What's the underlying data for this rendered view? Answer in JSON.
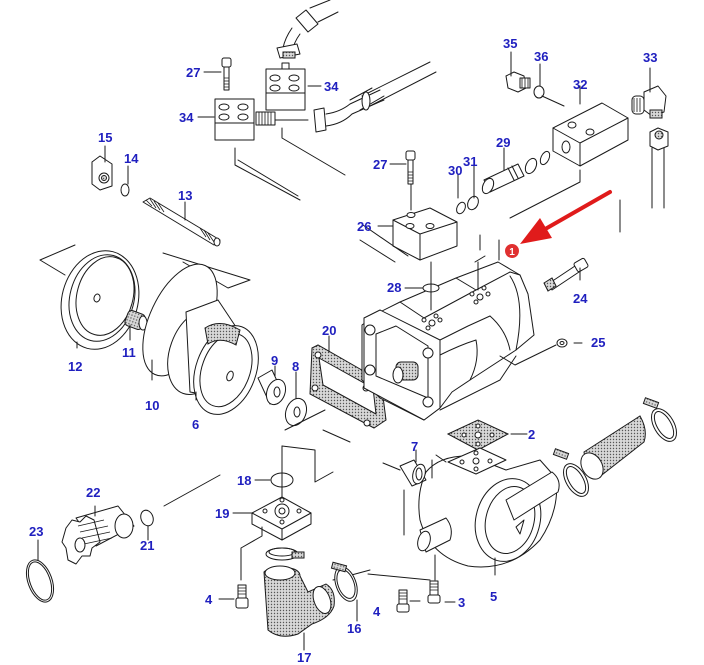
{
  "diagram": {
    "title": "Hydraulic pump assembly exploded view",
    "label_color": "#1f1fbf",
    "highlight_color": "#e01b1b",
    "callout_badge": "1",
    "labels": {
      "p2": "2",
      "p3": "3",
      "p4a": "4",
      "p4b": "4",
      "p5": "5",
      "p6": "6",
      "p7": "7",
      "p8": "8",
      "p9": "9",
      "p10": "10",
      "p11": "11",
      "p12": "12",
      "p13": "13",
      "p14": "14",
      "p15": "15",
      "p16": "16",
      "p17": "17",
      "p18": "18",
      "p19": "19",
      "p20": "20",
      "p21": "21",
      "p22": "22",
      "p23": "23",
      "p24": "24",
      "p25": "25",
      "p26": "26",
      "p27a": "27",
      "p27b": "27",
      "p28": "28",
      "p29": "29",
      "p30": "30",
      "p31": "31",
      "p32": "32",
      "p33": "33",
      "p34a": "34",
      "p34b": "34",
      "p35": "35",
      "p36": "36"
    }
  }
}
